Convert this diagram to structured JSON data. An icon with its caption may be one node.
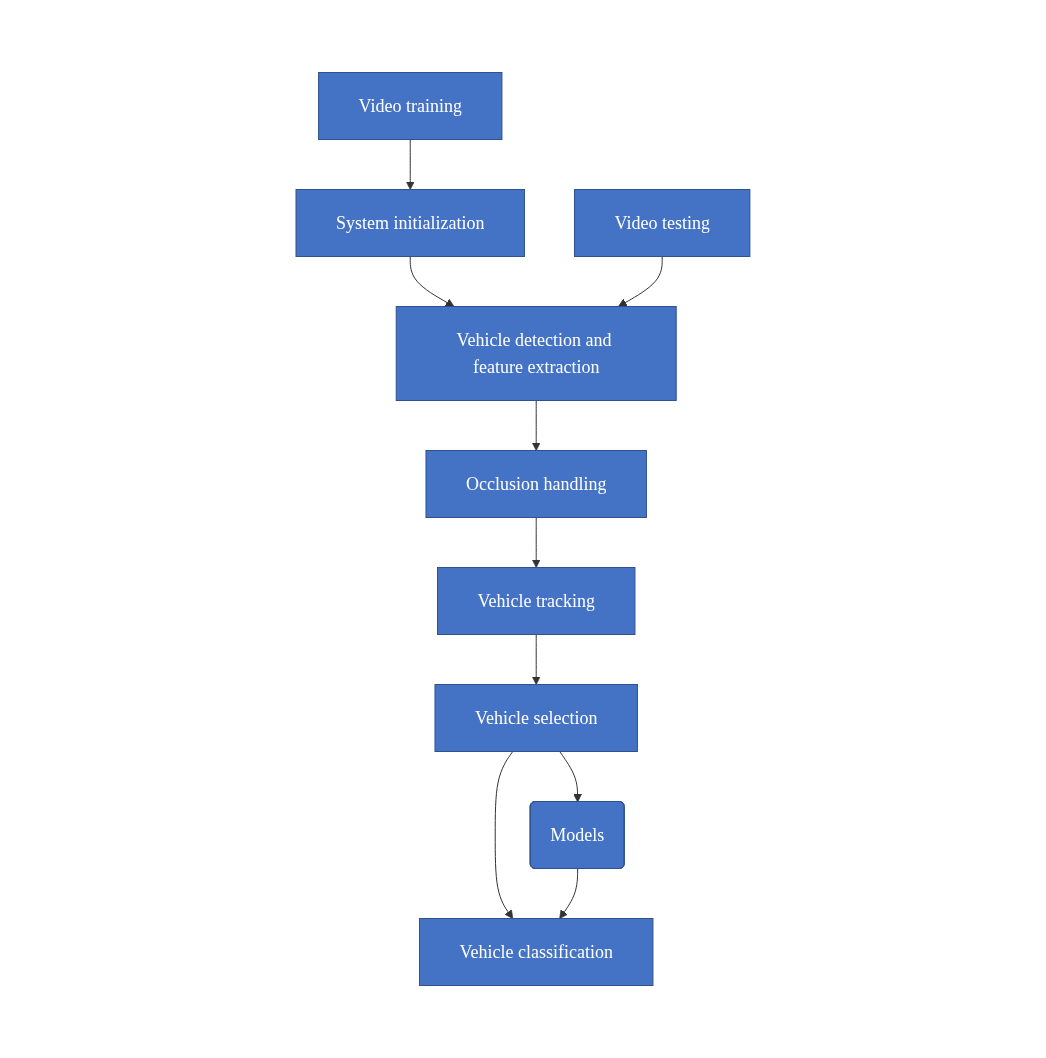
{
  "diagram": {
    "nodes": [
      {
        "text": [
          "Video training"
        ]
      },
      {
        "text": [
          "System initialization"
        ]
      },
      {
        "text": [
          "Video testing"
        ]
      },
      {
        "text": [
          "Vehicle detection and feature extraction"
        ]
      },
      {
        "text": [
          "Occlusion handling"
        ]
      },
      {
        "text": [
          "Vehicle tracking"
        ]
      },
      {
        "text": [
          "Vehicle selection"
        ]
      },
      {
        "text": [
          "Models"
        ]
      },
      {
        "text": [
          "Vehicle classification"
        ]
      }
    ],
    "edges": [
      {
        "from": 0,
        "to": 1,
        "arrow": "to"
      },
      {
        "from": 1,
        "to": 3,
        "arrow": "to"
      },
      {
        "from": 2,
        "to": 3,
        "arrow": "to"
      },
      {
        "from": 3,
        "to": 4,
        "arrow": "to"
      },
      {
        "from": 4,
        "to": 5,
        "arrow": "to"
      },
      {
        "from": 5,
        "to": 6,
        "arrow": "to"
      },
      {
        "from": 6,
        "to": 7,
        "arrow": "to"
      },
      {
        "from": 6,
        "to": 8,
        "arrow": "to"
      },
      {
        "from": 7,
        "to": 8,
        "arrow": "to"
      }
    ]
  }
}
